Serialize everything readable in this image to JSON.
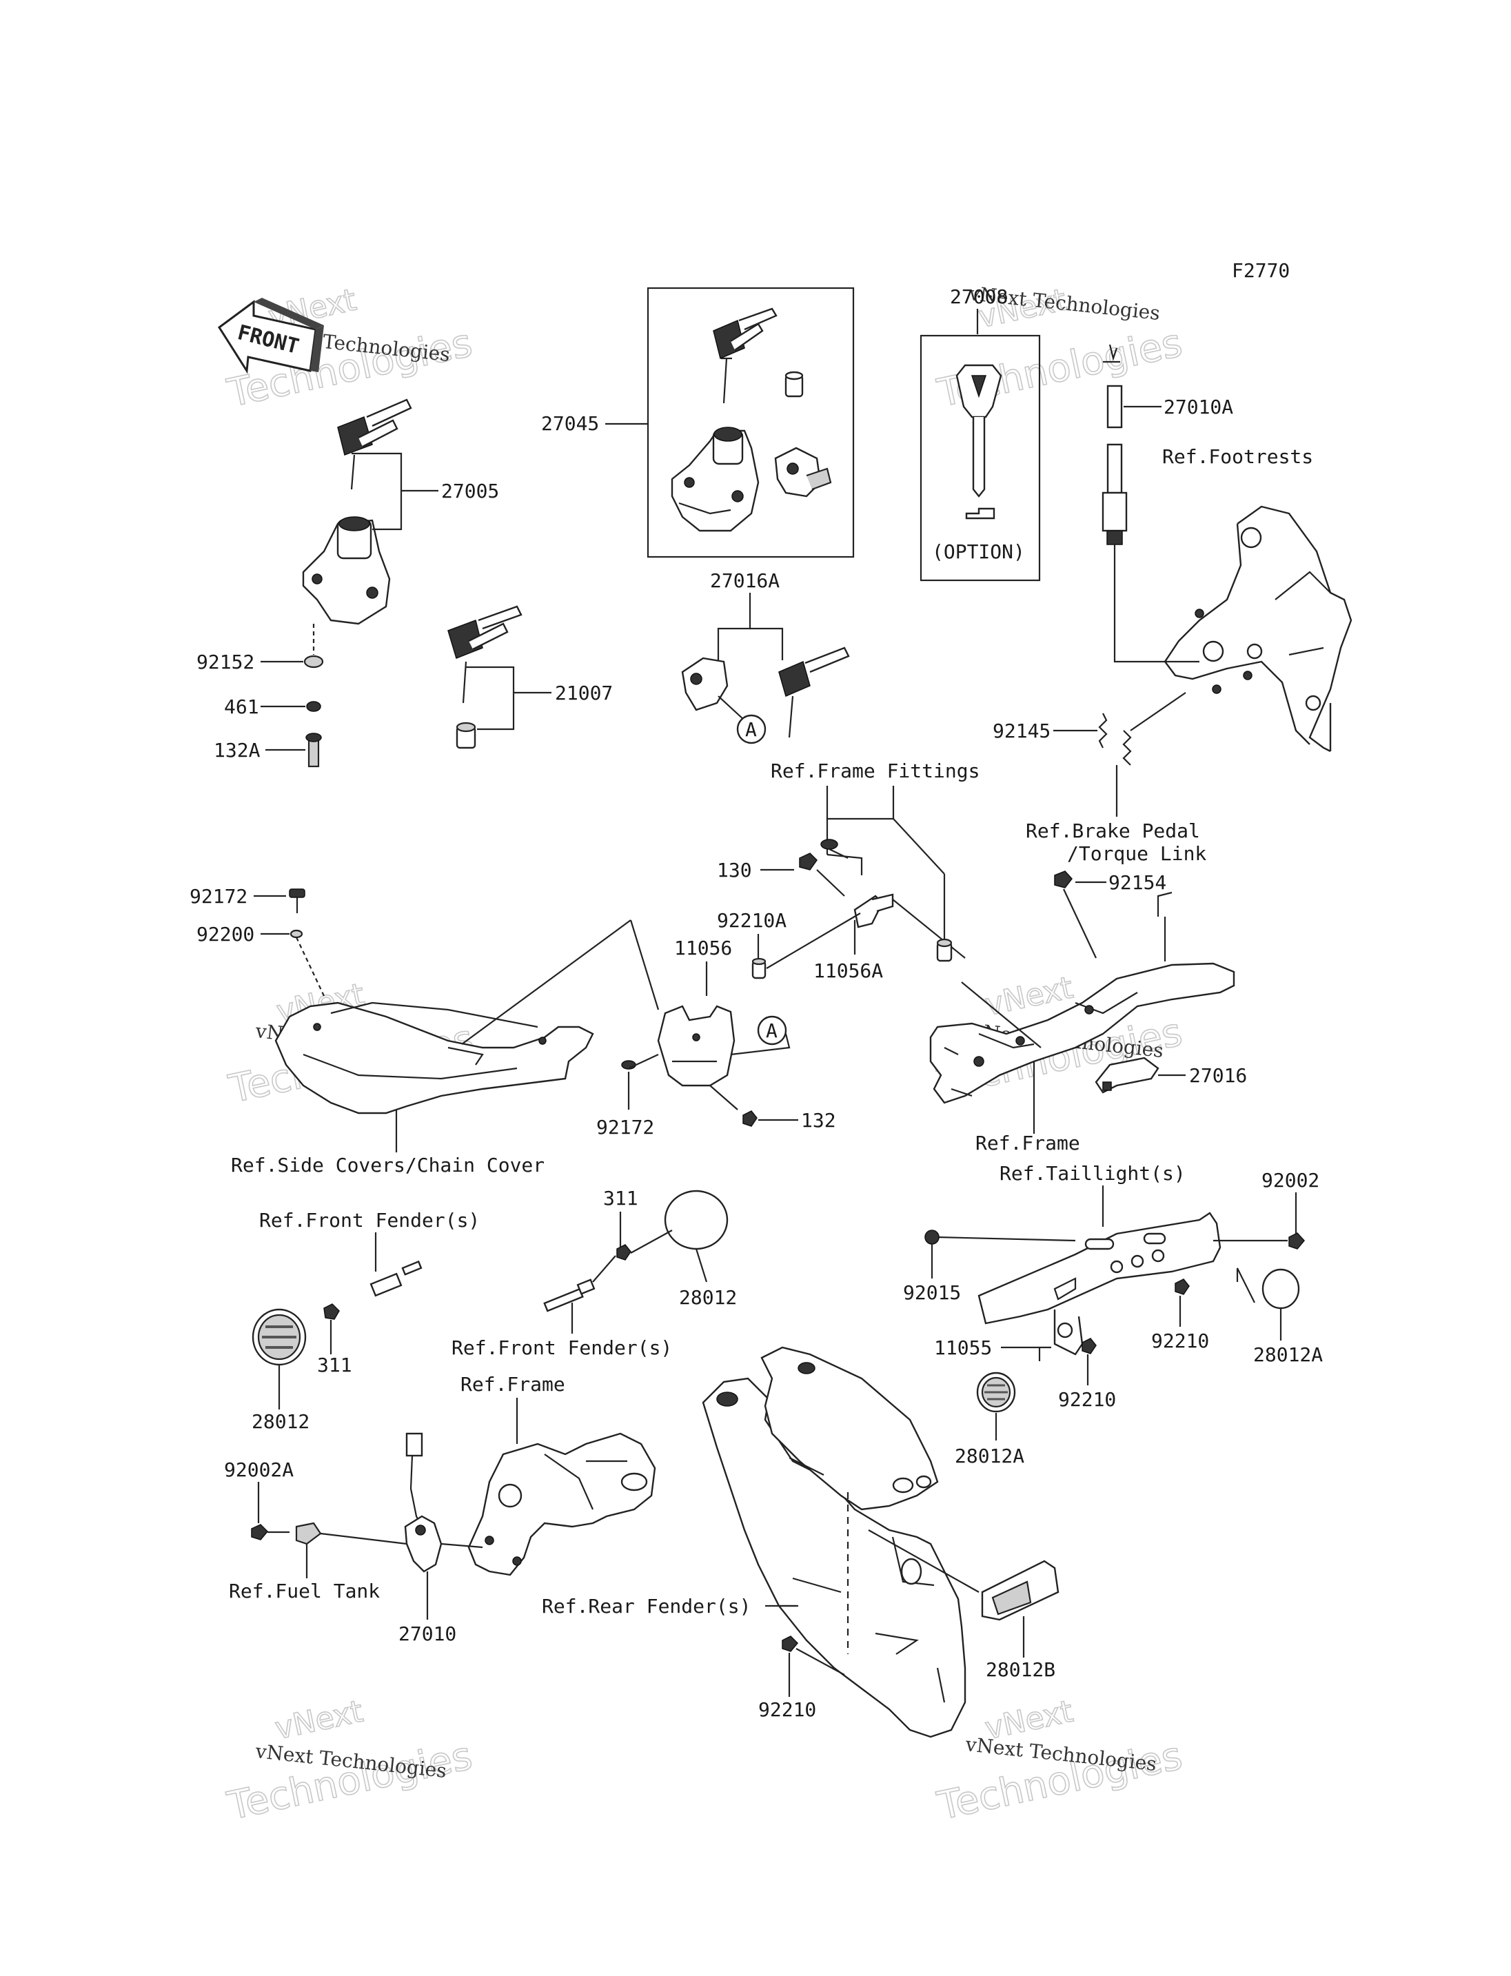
{
  "figure_code": "F2770",
  "watermark": {
    "line1": "vNext",
    "line2": "vNext Technologies",
    "line3": "Technologies"
  },
  "direction_arrow": "FRONT",
  "labels": {
    "p27045": "27045",
    "p27005": "27005",
    "p92152": "92152",
    "p461": "461",
    "p132A": "132A",
    "p21007": "21007",
    "p27016A": "27016A",
    "p27008": "27008",
    "option": "(OPTION)",
    "p27010A": "27010A",
    "ref_footrests": "Ref.Footrests",
    "p92145": "92145",
    "ref_brake_pedal": "Ref.Brake Pedal",
    "torque_link": "/Torque Link",
    "ref_frame_fittings": "Ref.Frame Fittings",
    "p130": "130",
    "p92154": "92154",
    "p92172_top": "92172",
    "p92200": "92200",
    "p92210A": "92210A",
    "p11056": "11056",
    "p11056A": "11056A",
    "p92172_bottom": "92172",
    "p132": "132",
    "ref_side_covers": "Ref.Side Covers/Chain Cover",
    "p27016": "27016",
    "ref_frame_1": "Ref.Frame",
    "circle_a": "A",
    "ref_taillights": "Ref.Taillight(s)",
    "p92002": "92002",
    "ref_front_fender_1": "Ref.Front Fender(s)",
    "p311_top": "311",
    "p28012_top": "28012",
    "p311_left": "311",
    "p28012_left": "28012",
    "ref_front_fender_2": "Ref.Front Fender(s)",
    "p92015": "92015",
    "p11055": "11055",
    "p92210_right": "92210",
    "p28012A_right": "28012A",
    "p92210_mid": "92210",
    "p28012A_mid": "28012A",
    "ref_frame_2": "Ref.Frame",
    "p92002A": "92002A",
    "ref_fuel_tank": "Ref.Fuel Tank",
    "p27010": "27010",
    "ref_rear_fender": "Ref.Rear Fender(s)",
    "p28012B": "28012B",
    "p92210_bottom": "92210"
  }
}
